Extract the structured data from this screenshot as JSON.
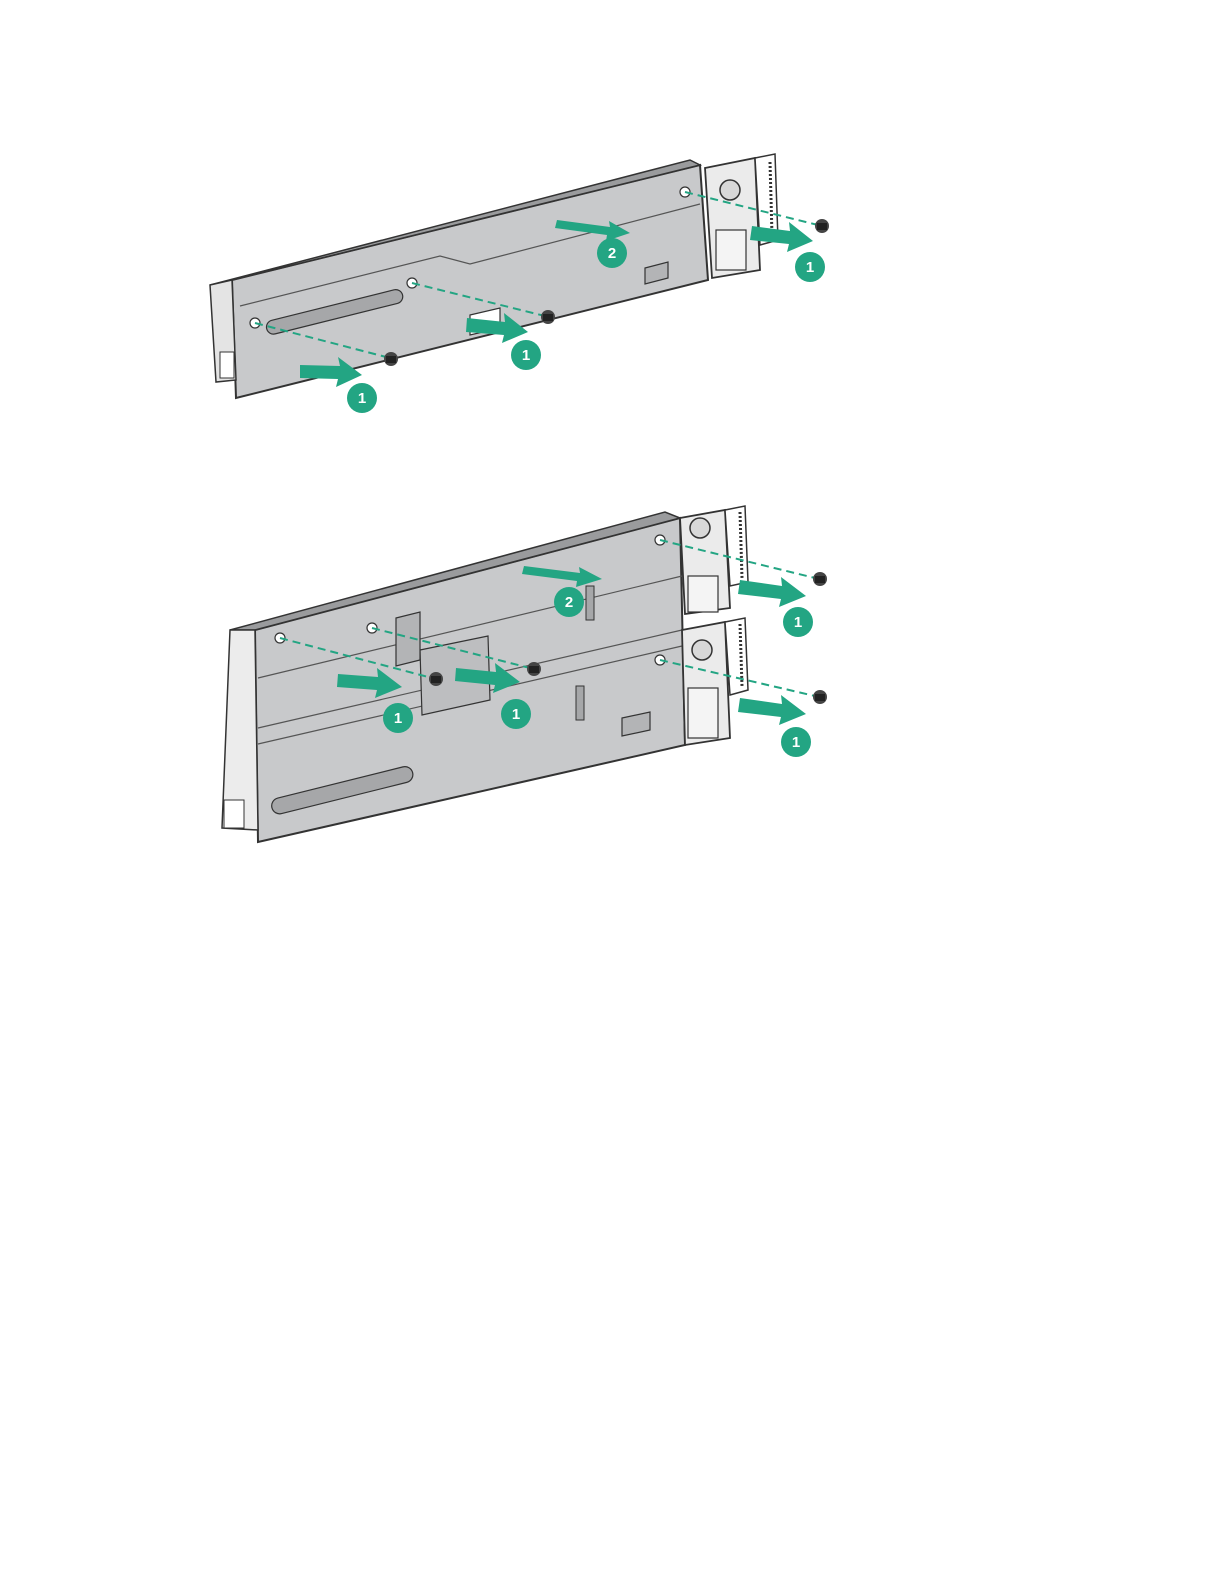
{
  "colors": {
    "accent": "#23a583",
    "tray_fill": "#c8c9cb",
    "tray_stroke": "#333333",
    "leader_line": "#23a583",
    "screw": "#444444"
  },
  "figures": [
    {
      "id": "top",
      "callouts": [
        "1",
        "1",
        "1",
        "2"
      ]
    },
    {
      "id": "bottom",
      "callouts": [
        "1",
        "1",
        "1",
        "1",
        "2"
      ]
    }
  ]
}
